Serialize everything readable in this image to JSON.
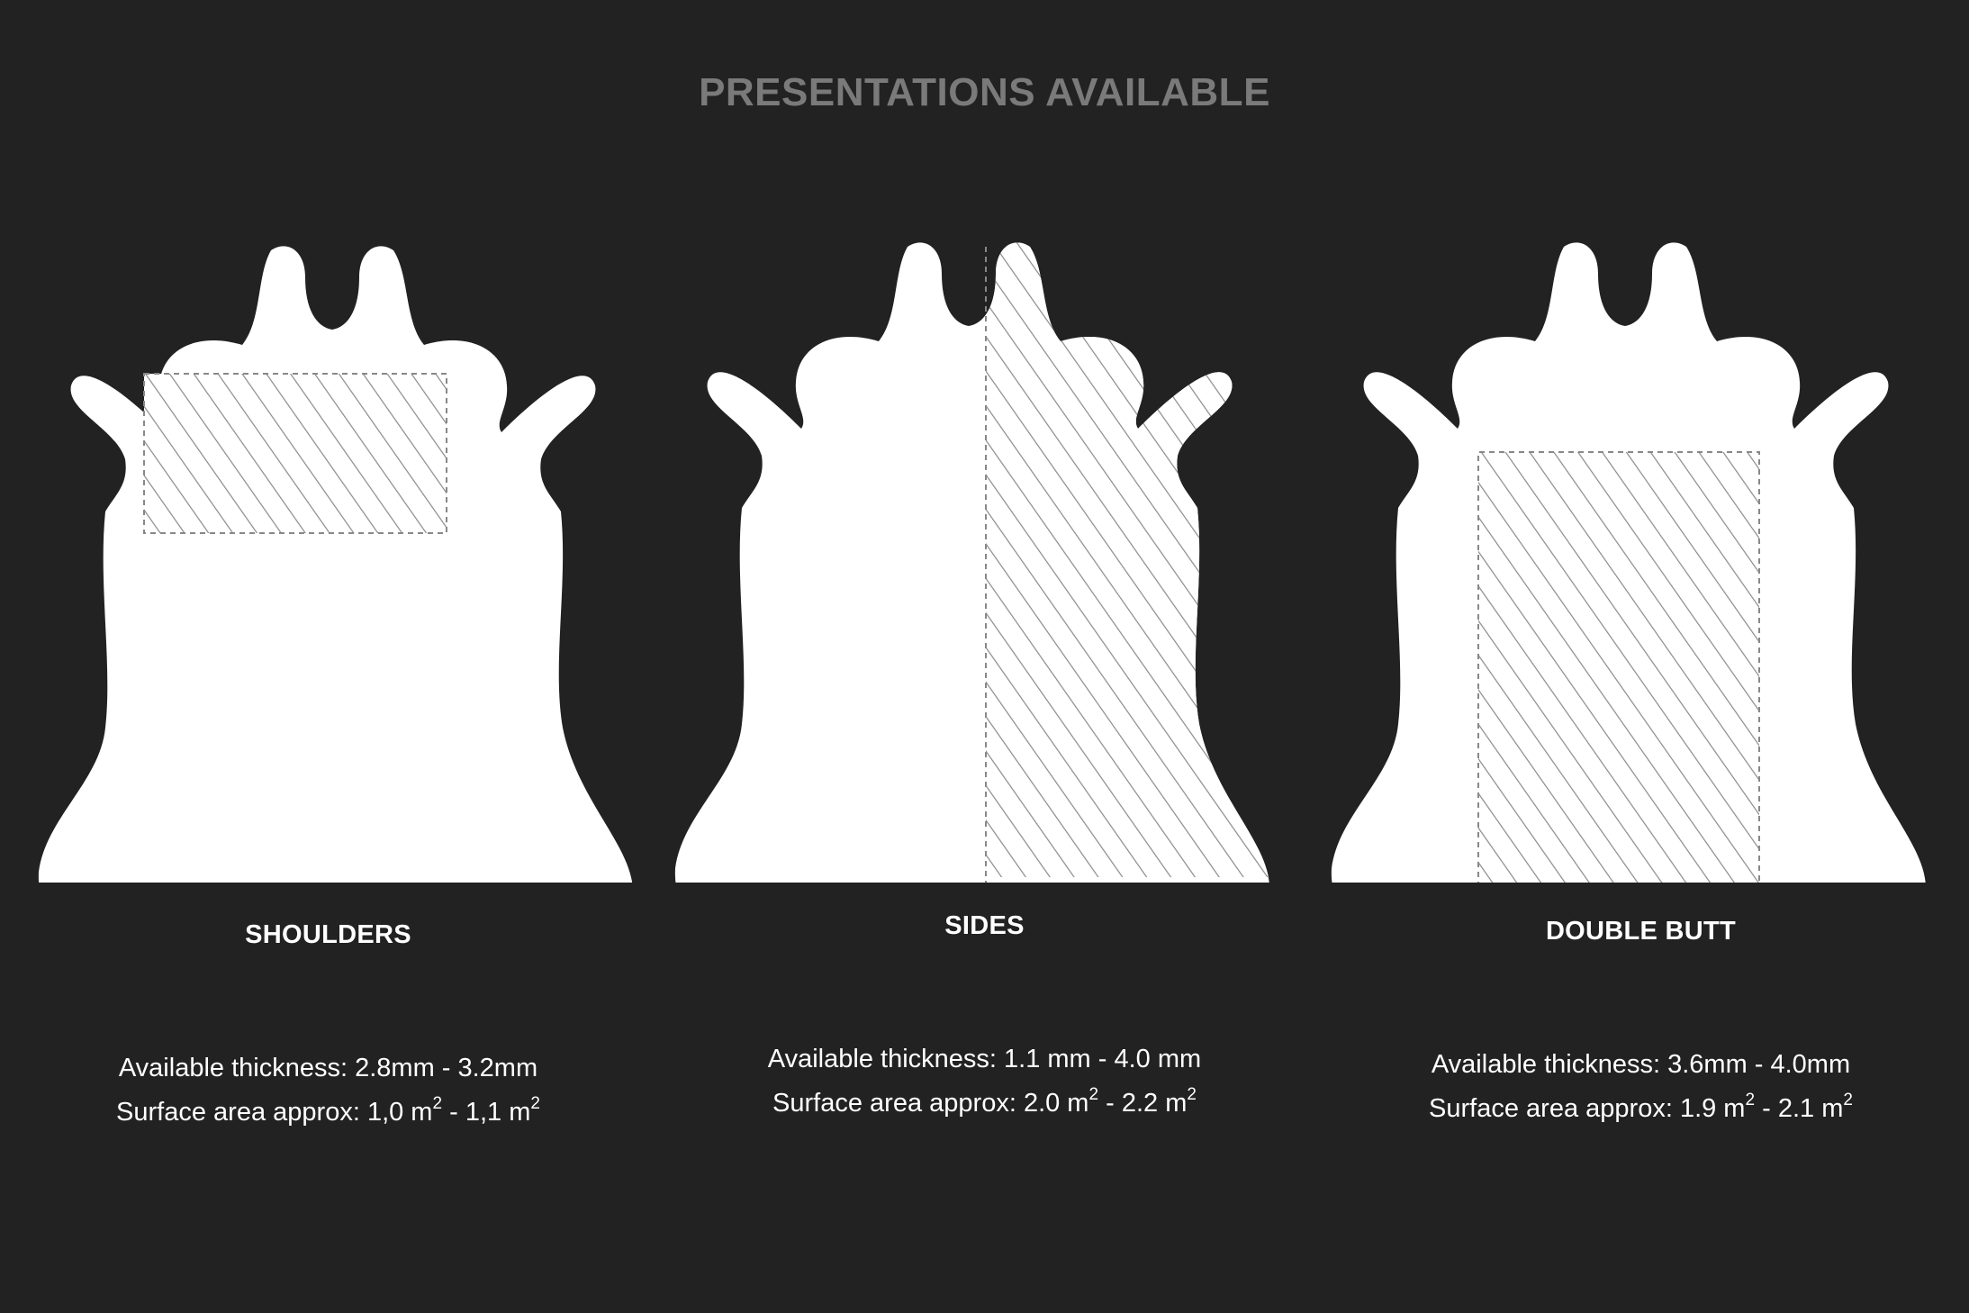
{
  "title": "PRESENTATIONS AVAILABLE",
  "panels": [
    {
      "cut": "SHOULDERS",
      "thickness_label": "Available thickness:",
      "thickness": "2.8mm - 3.2mm",
      "area_label": "Surface area approx:",
      "area_min": "1,0 m",
      "area_max": "1,1 m",
      "area_exp": "2",
      "area_sep": " - ",
      "highlight": "shoulders-region"
    },
    {
      "cut": "SIDES",
      "thickness_label": "Available thickness:",
      "thickness": "1.1 mm - 4.0 mm",
      "area_label": "Surface area approx:",
      "area_min": "2.0 m",
      "area_max": "2.2 m",
      "area_exp": "2",
      "area_sep": " - ",
      "highlight": "right-half-region"
    },
    {
      "cut": "DOUBLE BUTT",
      "thickness_label": "Available thickness:",
      "thickness": "3.6mm - 4.0mm",
      "area_label": "Surface area approx:",
      "area_min": "1.9 m",
      "area_max": "2.1 m",
      "area_exp": "2",
      "area_sep": " - ",
      "highlight": "butt-region"
    }
  ],
  "colors": {
    "background": "#222222",
    "hide": "#ffffff",
    "hatch": "#8a8a8a",
    "title": "#7a7a7a"
  }
}
